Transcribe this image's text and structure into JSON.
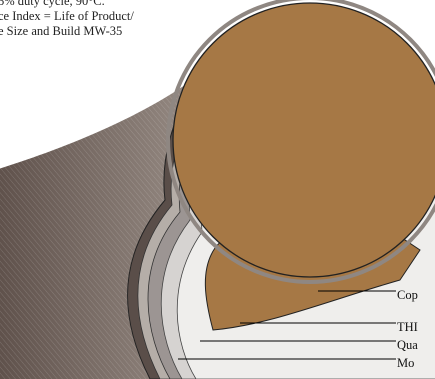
{
  "notes": {
    "line1": "5% duty cycle, 90°C.",
    "line2": "ce Index = Life of Product/",
    "line3": "e Size and Build MW-35"
  },
  "labels": {
    "copper": "Cop",
    "thi": "THI",
    "qua": "Qua",
    "mo": "Mo"
  },
  "colors": {
    "copper": "#a67845",
    "jacket_dark": "#6b5e58",
    "jacket_light": "#b9b2ab",
    "insulation_gray": "#9e9897",
    "insulation_light": "#d8d6d4",
    "insulation_white": "#eeeeec",
    "outline": "#222222"
  }
}
